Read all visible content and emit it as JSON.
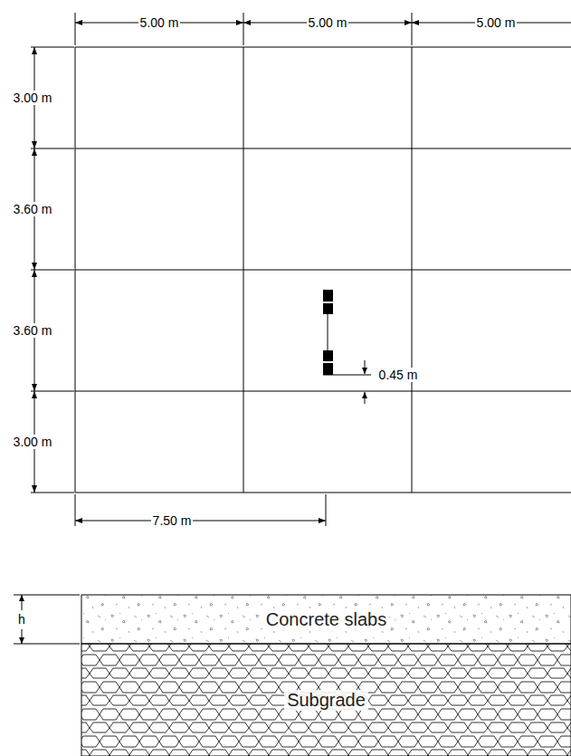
{
  "diagram": {
    "nodes": [
      {
        "text": [
          "Concrete slabs"
        ]
      },
      {
        "text": [
          "Subgrade"
        ]
      }
    ],
    "labels": [
      "5.00 m",
      "5.00 m",
      "5.00 m",
      "3.00 m",
      "3.60 m",
      "3.60 m",
      "3.00 m",
      "0.45 m",
      "7.50 m",
      "h"
    ]
  }
}
